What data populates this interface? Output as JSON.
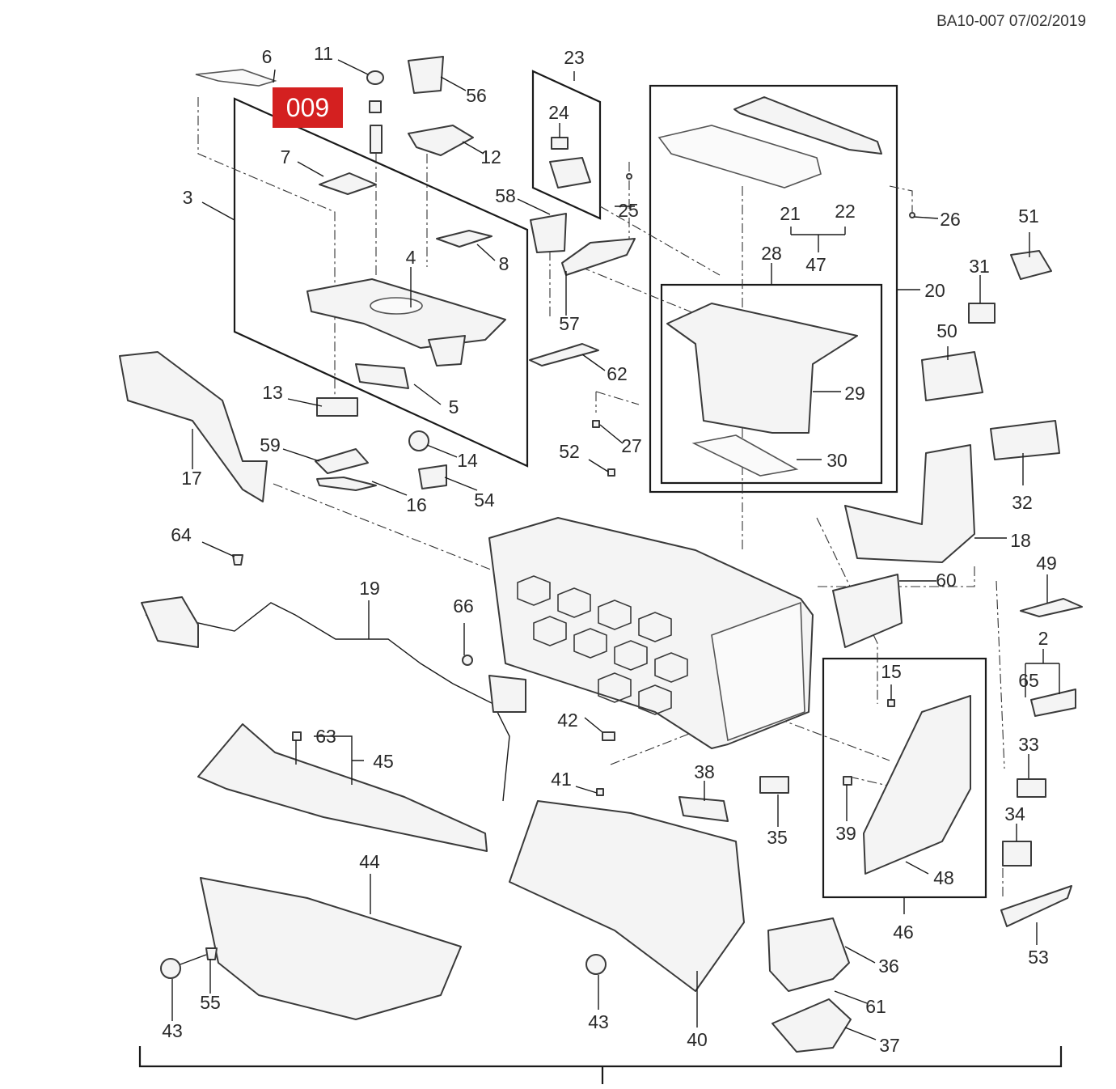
{
  "document_id": "BA10-007 07/02/2019",
  "highlight": {
    "label": "009",
    "color": "#d42020"
  },
  "callouts": [
    "2",
    "3",
    "4",
    "5",
    "6",
    "7",
    "8",
    "11",
    "12",
    "13",
    "14",
    "15",
    "16",
    "17",
    "18",
    "19",
    "20",
    "21",
    "22",
    "23",
    "24",
    "25",
    "26",
    "27",
    "28",
    "29",
    "30",
    "31",
    "32",
    "33",
    "34",
    "35",
    "36",
    "37",
    "38",
    "39",
    "40",
    "41",
    "42",
    "43",
    "43",
    "44",
    "45",
    "46",
    "47",
    "48",
    "49",
    "50",
    "51",
    "52",
    "53",
    "54",
    "55",
    "56",
    "57",
    "58",
    "59",
    "60",
    "61",
    "62",
    "63",
    "64",
    "65",
    "66"
  ],
  "colors": {
    "line": "#1a1a1a",
    "badge": "#d42020",
    "background": "#ffffff"
  }
}
